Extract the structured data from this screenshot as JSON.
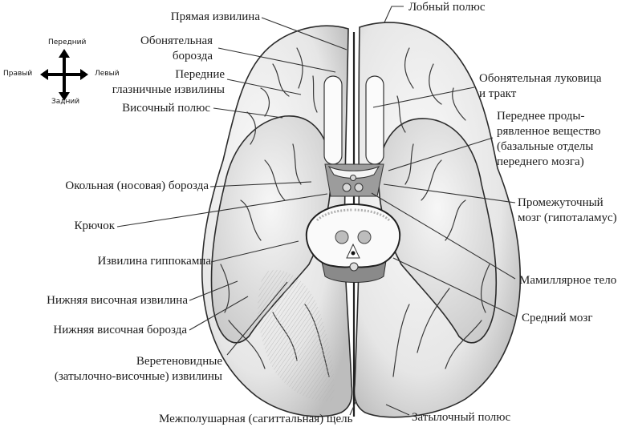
{
  "compass": {
    "anterior": "Передний",
    "posterior": "Задний",
    "right": "Правый",
    "left": "Левый"
  },
  "labels": {
    "gyrus_rectus": "Прямая извилина",
    "olfactory_sulcus_1": "Обонятельная",
    "olfactory_sulcus_2": "борозда",
    "orbital_gyri_1": "Передние",
    "orbital_gyri_2": "глазничные извилины",
    "temporal_pole": "Височный полюс",
    "rhinal_sulcus": "Окольная (носовая) борозда",
    "uncus": "Крючок",
    "parahippocampal_gyrus": "Извилина гиппокампа",
    "inferior_temporal_gyrus": "Нижняя височная извилина",
    "inferior_temporal_sulcus": "Нижняя височная борозда",
    "fusiform_gyri_1": "Веретеновидные",
    "fusiform_gyri_2": "(затылочно-височные) извилины",
    "longitudinal_fissure": "Межполушарная (сагиттальная) щель",
    "frontal_pole": "Лобный полюс",
    "olfactory_bulb_1": "Обонятельная луковица",
    "olfactory_bulb_2": "и тракт",
    "anterior_perforated_1": "Переднее проды-",
    "anterior_perforated_2": "рявленное вещество",
    "anterior_perforated_3": "(базальные отделы",
    "anterior_perforated_4": "переднего мозга)",
    "diencephalon_1": "Промежуточный",
    "diencephalon_2": "мозг (гипоталамус)",
    "mammillary_body": "Мамиллярное тело",
    "midbrain": "Средний мозг",
    "occipital_pole": "Затылочный полюс"
  },
  "colors": {
    "background": "#ffffff",
    "ink": "#1c1c1c",
    "brain_fill": "#ececec",
    "brain_shade": "#c8c8c8",
    "brainstem_dark": "#7a7a7a"
  }
}
